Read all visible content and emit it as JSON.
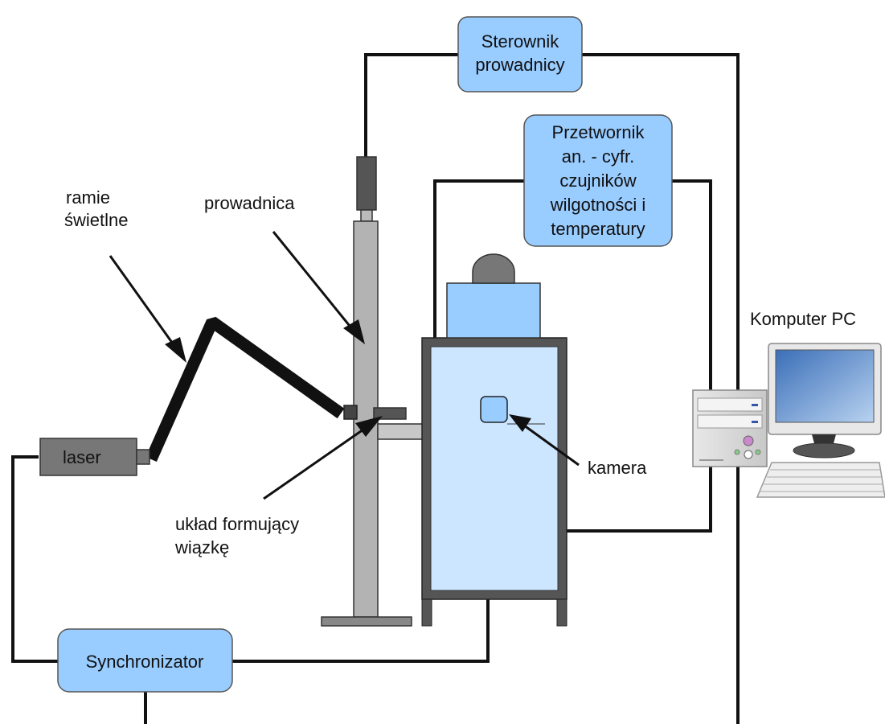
{
  "boxes": {
    "sterownik": [
      "Sterownik",
      "prowadnicy"
    ],
    "przetwornik": [
      "Przetwornik",
      "an. - cyfr.",
      "czujników",
      "wilgotności i",
      "temperatury"
    ],
    "synchronizator": "Synchronizator",
    "laser": "laser"
  },
  "labels": {
    "ramie": [
      "ramie",
      "świetlne"
    ],
    "prowadnica": "prowadnica",
    "uklad": [
      "układ formujący",
      "wiązkę"
    ],
    "kamera": "kamera",
    "komputer": "Komputer PC"
  },
  "colors": {
    "box_fill": "#99ccff",
    "box_stroke": "#555555",
    "chamber_fill": "#cce6ff",
    "wire": "#111111",
    "metal": "#b3b3b3",
    "dark_metal": "#555555"
  }
}
